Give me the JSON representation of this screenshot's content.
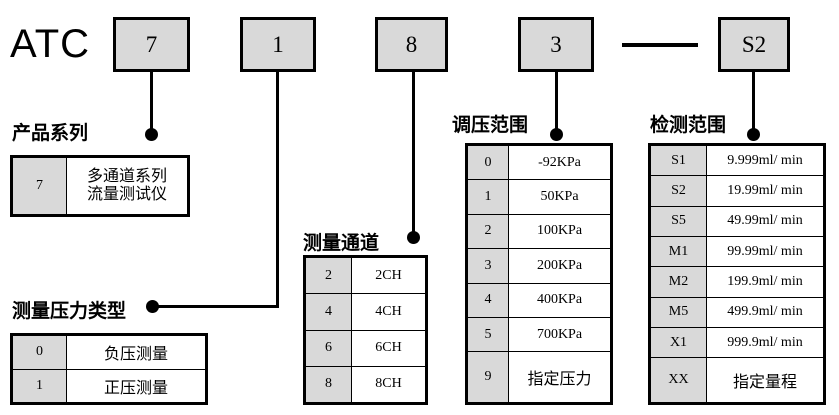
{
  "diagram": {
    "title_prefix": "ATC",
    "model_boxes": [
      {
        "name": "product-series",
        "value": "7"
      },
      {
        "name": "pressure-type",
        "value": "1"
      },
      {
        "name": "channel-count",
        "value": "8"
      },
      {
        "name": "pressure-range",
        "value": "3"
      },
      {
        "name": "detection-range",
        "value": "S2"
      }
    ],
    "separator": "-",
    "sections": {
      "product_series": {
        "caption": "产品系列",
        "rows": [
          {
            "code": "7",
            "value_line1": "多通道系列",
            "value_line2": "流量测试仪"
          }
        ]
      },
      "pressure_type": {
        "caption": "测量压力类型",
        "rows": [
          {
            "code": "0",
            "value": "负压测量"
          },
          {
            "code": "1",
            "value": "正压测量"
          }
        ]
      },
      "measure_channel": {
        "caption": "测量通道",
        "rows": [
          {
            "code": "2",
            "value": "2CH"
          },
          {
            "code": "4",
            "value": "4CH"
          },
          {
            "code": "6",
            "value": "6CH"
          },
          {
            "code": "8",
            "value": "8CH"
          }
        ]
      },
      "pressure_range": {
        "caption": "调压范围",
        "rows": [
          {
            "code": "0",
            "value": "-92KPa"
          },
          {
            "code": "1",
            "value": "50KPa"
          },
          {
            "code": "2",
            "value": "100KPa"
          },
          {
            "code": "3",
            "value": "200KPa"
          },
          {
            "code": "4",
            "value": "400KPa"
          },
          {
            "code": "5",
            "value": "700KPa"
          },
          {
            "code": "9",
            "value": "指定压力"
          }
        ]
      },
      "detection_range": {
        "caption": "检测范围",
        "rows": [
          {
            "code": "S1",
            "value": "9.999ml/ min"
          },
          {
            "code": "S2",
            "value": "19.99ml/ min"
          },
          {
            "code": "S5",
            "value": "49.99ml/ min"
          },
          {
            "code": "M1",
            "value": "99.99ml/ min"
          },
          {
            "code": "M2",
            "value": "199.9ml/ min"
          },
          {
            "code": "M5",
            "value": "499.9ml/ min"
          },
          {
            "code": "X1",
            "value": "999.9ml/ min"
          },
          {
            "code": "XX",
            "value": "指定量程"
          }
        ]
      }
    },
    "colors": {
      "box_fill": "#d9d9d9",
      "line": "#000000",
      "background": "#ffffff"
    }
  }
}
